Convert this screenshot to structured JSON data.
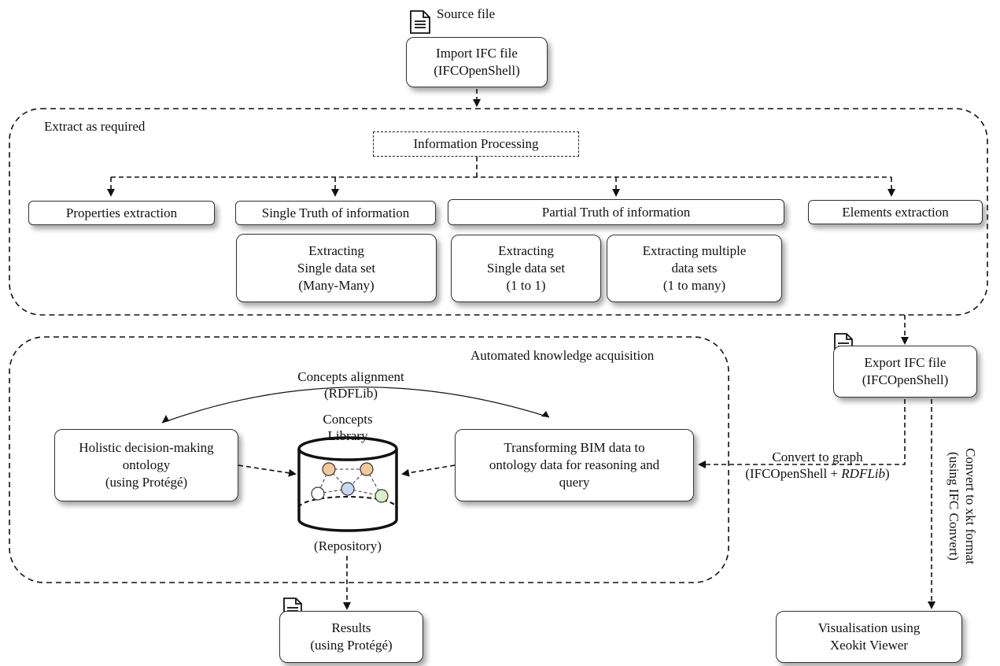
{
  "source_label": "Source file",
  "import_box": {
    "line1": "Import IFC file",
    "line2": "(IFCOpenShell)"
  },
  "extract_label": "Extract as required",
  "info_processing": "Information Processing",
  "properties_extraction": "Properties extraction",
  "single_truth": "Single Truth of information",
  "partial_truth": "Partial Truth of information",
  "elements_extraction": "Elements extraction",
  "single_set_many": {
    "line1": "Extracting",
    "line2": "Single data set",
    "line3": "(Many-Many)"
  },
  "single_set_one": {
    "line1": "Extracting",
    "line2": "Single data set",
    "line3": "(1 to 1)"
  },
  "multiple_sets": {
    "line1": "Extracting multiple",
    "line2": "data sets",
    "line3": "(1 to many)"
  },
  "export_box": {
    "line1": "Export IFC file",
    "line2": "(IFCOpenShell)"
  },
  "knowledge_label": "Automated knowledge acquisition",
  "alignment": {
    "line1": "Concepts alignment",
    "line2": "(RDFLib)"
  },
  "library": {
    "line1": "Concepts",
    "line2": "Library"
  },
  "repository": "(Repository)",
  "ontology_box": {
    "line1": "Holistic decision-making",
    "line2": "ontology",
    "line3": "(using Protégé)"
  },
  "transform_box": {
    "line1": "Transforming BIM data to",
    "line2": "ontology data for reasoning and",
    "line3": "query"
  },
  "convert_graph": {
    "line1": "Convert to graph",
    "line2a": "(IFCOpenShell +",
    "line2b": "RDFLib",
    "line2c": ")"
  },
  "convert_xkt": {
    "line1": "Convert to xkt format",
    "line2": "(using IFC Convert)"
  },
  "results_box": {
    "line1": "Results",
    "line2": "(using Protégé)"
  },
  "visual_box": {
    "line1": "Visualisation using",
    "line2": "Xeokit Viewer"
  },
  "colors": {
    "line": "#111111",
    "node_orange": "#f5c89a",
    "node_blue": "#c9d9f5",
    "node_green": "#d9f0c8",
    "node_white": "#ffffff"
  }
}
